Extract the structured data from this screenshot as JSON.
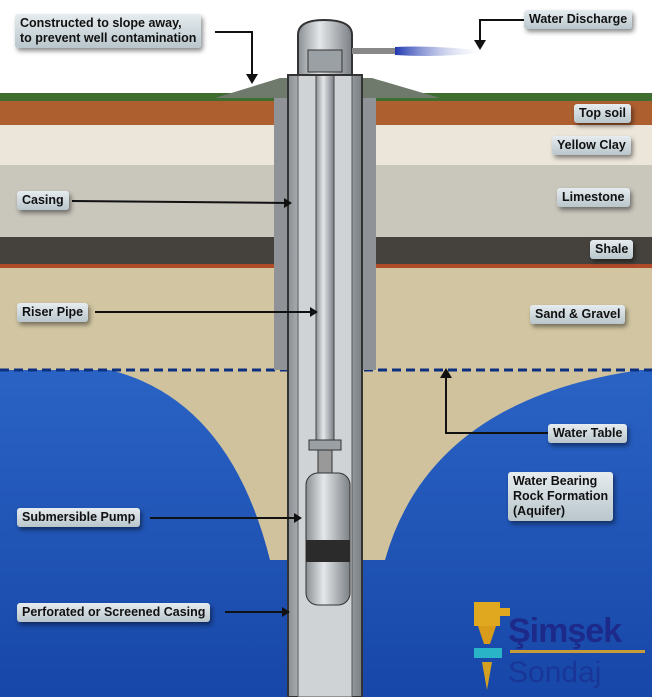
{
  "labels": {
    "slope": "Constructed to slope away,\nto prevent well contamination",
    "discharge": "Water Discharge",
    "top_soil": "Top soil",
    "yellow_clay": "Yellow Clay",
    "limestone": "Limestone",
    "shale": "Shale",
    "sand_gravel": "Sand & Gravel",
    "water_table": "Water Table",
    "aquifer": "Water Bearing\nRock Formation\n(Aquifer)",
    "casing": "Casing",
    "riser_pipe": "Riser Pipe",
    "pump": "Submersible Pump",
    "perforated": "Perforated or Screened Casing"
  },
  "logo": {
    "line1": "Şimşek",
    "line2": "Sondaj"
  },
  "colors": {
    "water": "#1f56b8",
    "topsoil": "#a85a2a",
    "grass": "#3d6b2e",
    "sand": "#cdbf9a",
    "shale": "#3c3a36",
    "label_bg": "#c9d3d8"
  }
}
